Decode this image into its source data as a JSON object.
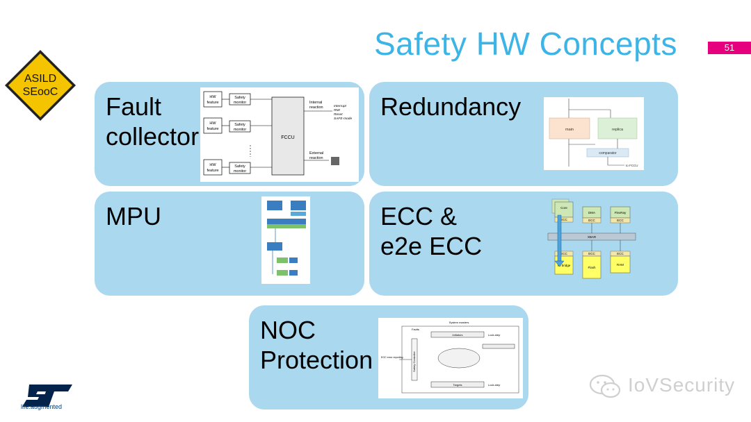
{
  "header": {
    "title": "Safety HW Concepts",
    "page_number": "51"
  },
  "badge": {
    "line1": "ASILD",
    "line2": "SEooC"
  },
  "cards": {
    "fault_collector": {
      "line1": "Fault",
      "line2": "collector"
    },
    "redundancy": {
      "line1": "Redundancy"
    },
    "mpu": {
      "line1": "MPU"
    },
    "ecc": {
      "line1": "ECC &",
      "line2": "e2e ECC"
    },
    "noc": {
      "line1": "NOC",
      "line2": "Protection"
    }
  },
  "diagrams": {
    "fault": {
      "hw": "HW",
      "feature": "feature",
      "safety": "Safety",
      "monitor": "monitor",
      "fccu": "FCCU",
      "internal": "Internal",
      "reaction": "reaction",
      "outputs": [
        "Interrupt",
        "RMI",
        "Reset",
        "SAFE-mode"
      ],
      "external": "External"
    },
    "redundancy": {
      "main": "main",
      "replica": "replica",
      "comparator": "comparator",
      "to_fccu": "to FCCU"
    },
    "ecc": {
      "core": "Core",
      "dma": "DMA",
      "flexray": "FlexRay",
      "ecc": "ECC",
      "xbar": "XBAR",
      "bridge": "IO bridge",
      "flash": "Flash",
      "ram": "RAM"
    },
    "noc": {
      "system_masters": "System masters",
      "initiators": "Initiators",
      "targets": "Targets",
      "lock_step": "Lock-step",
      "safety_controller": "Safety Controller",
      "error_reporting": "EOC error reporting",
      "faults": "Faults"
    }
  },
  "footer": {
    "tagline": "life.augmented",
    "watermark": "IoVSecurity"
  },
  "colors": {
    "accent": "#3cb4e6",
    "card": "#a9d8ef",
    "page_badge": "#e6007e",
    "warning": "#f5c400",
    "st_blue": "#03234b"
  }
}
